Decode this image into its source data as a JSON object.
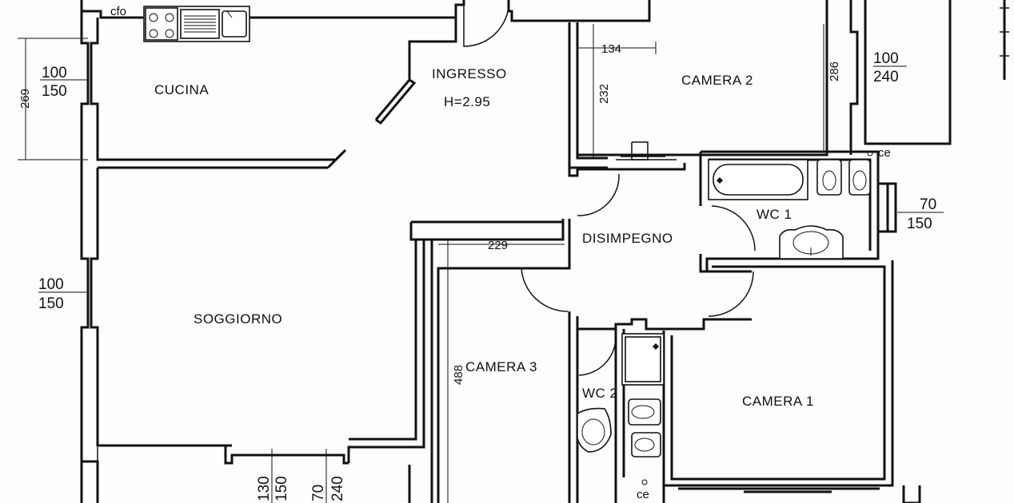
{
  "rooms": {
    "cucina": "CUCINA",
    "ingresso": "INGRESSO",
    "ingresso_height": "H=2.95",
    "camera2": "CAMERA 2",
    "wc1": "WC 1",
    "disimpegno": "DISIMPEGNO",
    "soggiorno": "SOGGIORNO",
    "camera3": "CAMERA 3",
    "wc2": "WC 2",
    "camera1": "CAMERA 1"
  },
  "dimensions": {
    "kitchen_height": "269",
    "camera2_width": "134",
    "ingresso_depth": "232",
    "camera2_depth": "286",
    "camera3_width": "229",
    "camera3_depth": "488"
  },
  "windows": {
    "kitchen_top": "100",
    "kitchen_bottom": "150",
    "soggiorno_top": "100",
    "soggiorno_bottom": "150",
    "camera2_top": "100",
    "camera2_bottom": "240",
    "wc1_top": "70",
    "wc1_bottom": "150",
    "bottom_a_top": "130",
    "bottom_a_bottom": "150",
    "bottom_b_top": "70",
    "bottom_b_bottom": "240"
  },
  "labels": {
    "cfo": "cfo",
    "ce_wc1": "ce",
    "ce_wc2": "ce"
  }
}
